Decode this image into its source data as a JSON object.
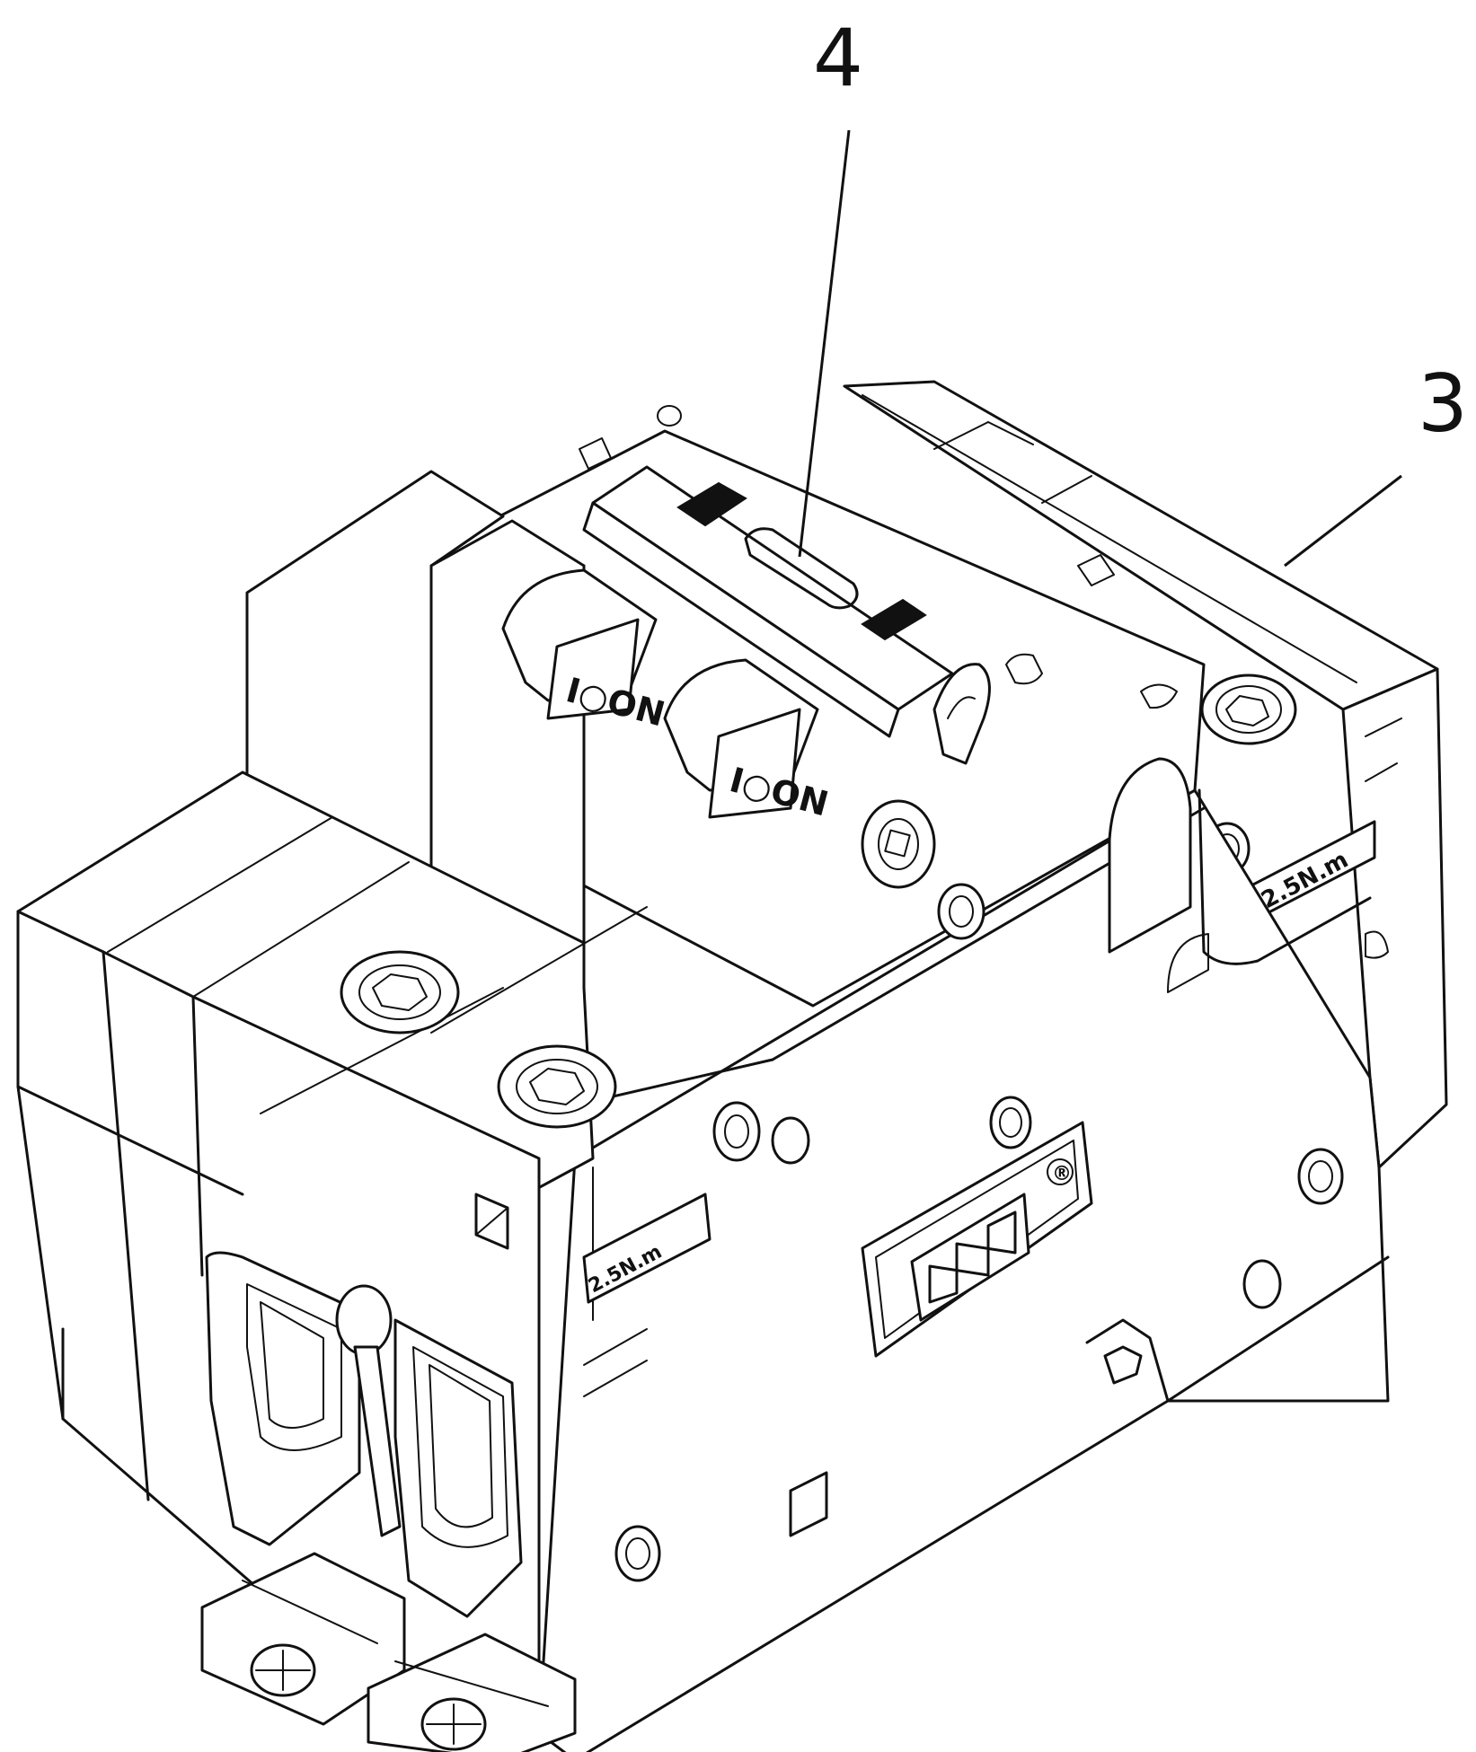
{
  "callouts": [
    {
      "label": "4"
    },
    {
      "label": "3"
    }
  ],
  "markings": {
    "handle_left": "I○ON",
    "handle_right": "I○ON",
    "torque_right": "2.5N.m",
    "torque_front": "2.5N.m",
    "logo_registered": "®"
  },
  "icons": {
    "logo": "brand-logo-n-icon",
    "screw": "terminal-screw-icon"
  },
  "colors": {
    "line": "#111111",
    "background": "#ffffff"
  }
}
